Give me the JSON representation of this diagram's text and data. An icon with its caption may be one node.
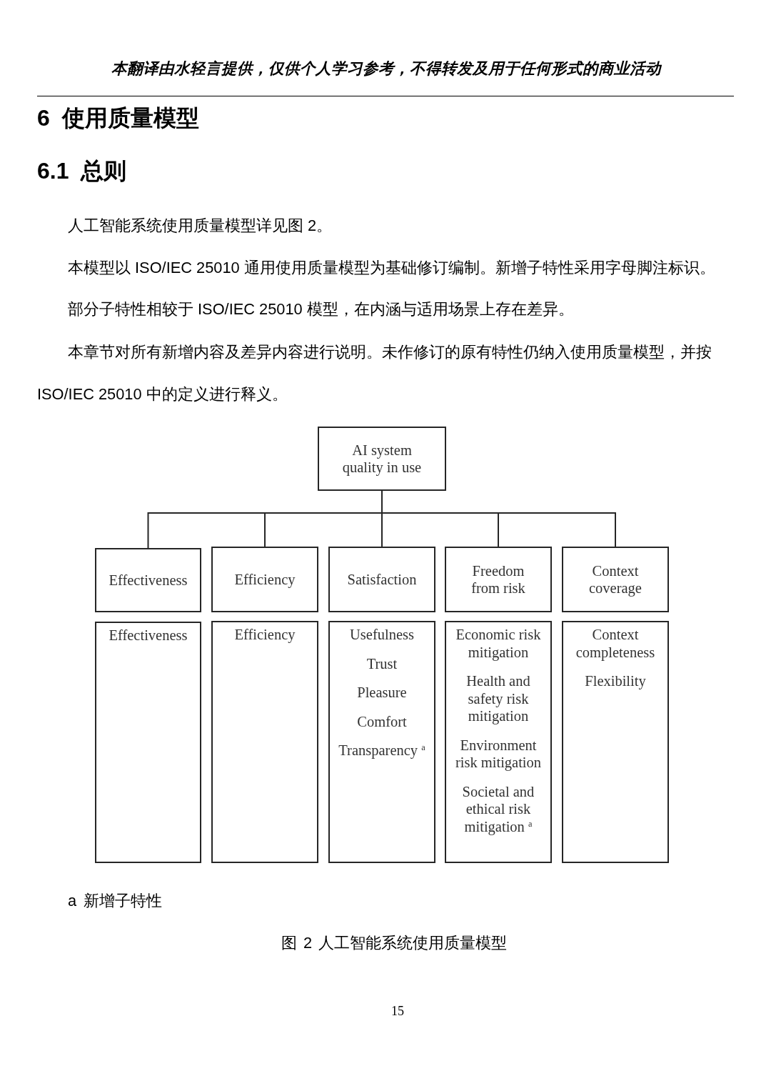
{
  "diagram": {
    "title": "6 使用质量模型",
    "caption": "图 2 人工智能系统使用质量模型",
    "nodes": [
      {
        "text": [
          "AI system quality in use"
        ]
      },
      {
        "text": [
          "Effectiveness"
        ]
      },
      {
        "text": [
          "Efficiency"
        ]
      },
      {
        "text": [
          "Satisfaction"
        ]
      },
      {
        "text": [
          "Freedom from risk"
        ]
      },
      {
        "text": [
          "Context coverage"
        ]
      },
      {
        "text": [
          "Effectiveness"
        ]
      },
      {
        "text": [
          "Efficiency"
        ]
      },
      {
        "text": [
          "Usefulness",
          "Trust",
          "Pleasure",
          "Comfort",
          "Transparency $^{a}$"
        ]
      },
      {
        "text": [
          "Economic risk mitigation",
          "Health and safety risk mitigation",
          "Environment risk mitigation",
          "Societal and ethical risk mitigation $^{a}$"
        ]
      },
      {
        "text": [
          "Context completeness",
          "Flexibility"
        ]
      }
    ],
    "edges": [
      {
        "from": 0,
        "to": 1,
        "arrow": "none"
      },
      {
        "from": 0,
        "to": 2,
        "arrow": "none"
      },
      {
        "from": 0,
        "to": 3,
        "arrow": "none"
      },
      {
        "from": 0,
        "to": 4,
        "arrow": "none"
      },
      {
        "from": 0,
        "to": 5,
        "arrow": "none"
      }
    ],
    "labels": [
      "本翻译由水轻言提供，仅供个人学习参考，不得转发及用于任何形式的商业活动",
      "6.1 总则",
      "人工智能系统使用质量模型详见图 2。",
      "本模型以 ISO/IEC 25010 通用使用质量模型为基础修订编制。新增子特性采用字母脚注标识。",
      "部分子特性相较于 ISO/IEC 25010 模型，在内涵与适用场景上存在差异。",
      "本章节对所有新增内容及差异内容进行说明。未作修订的原有特性仍纳入使用质量模型，并按 ISO/IEC 25010 中的定义进行释义。",
      "a 新增子特性",
      "15"
    ]
  }
}
